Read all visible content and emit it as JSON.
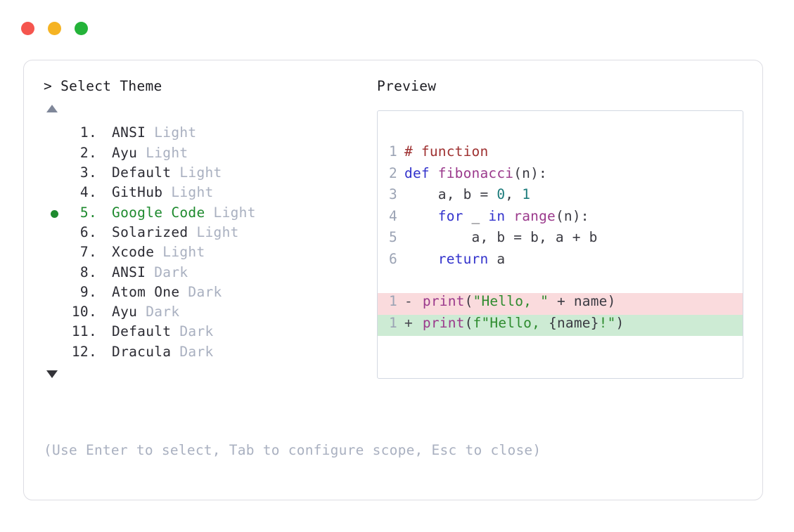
{
  "window": {
    "traffic_lights": [
      {
        "name": "close",
        "color": "#f5554e"
      },
      {
        "name": "minimize",
        "color": "#f5b323"
      },
      {
        "name": "maximize",
        "color": "#24b339"
      }
    ]
  },
  "left_panel": {
    "prompt": "> Select Theme",
    "scroll_up_icon": "triangle-up-icon",
    "scroll_down_icon": "triangle-down-icon",
    "selected_index": 5,
    "bullet_color": "#1e8a2e",
    "themes": [
      {
        "index": "1.",
        "name": "ANSI",
        "variant": "Light",
        "selected": false
      },
      {
        "index": "2.",
        "name": "Ayu",
        "variant": "Light",
        "selected": false
      },
      {
        "index": "3.",
        "name": "Default",
        "variant": "Light",
        "selected": false
      },
      {
        "index": "4.",
        "name": "GitHub",
        "variant": "Light",
        "selected": false
      },
      {
        "index": "5.",
        "name": "Google Code",
        "variant": "Light",
        "selected": true
      },
      {
        "index": "6.",
        "name": "Solarized",
        "variant": "Light",
        "selected": false
      },
      {
        "index": "7.",
        "name": "Xcode",
        "variant": "Light",
        "selected": false
      },
      {
        "index": "8.",
        "name": "ANSI",
        "variant": "Dark",
        "selected": false
      },
      {
        "index": "9.",
        "name": "Atom One",
        "variant": "Dark",
        "selected": false
      },
      {
        "index": "10.",
        "name": "Ayu",
        "variant": "Dark",
        "selected": false
      },
      {
        "index": "11.",
        "name": "Default",
        "variant": "Dark",
        "selected": false
      },
      {
        "index": "12.",
        "name": "Dracula",
        "variant": "Dark",
        "selected": false
      }
    ],
    "hint": "(Use Enter to select, Tab to configure scope, Esc to close)"
  },
  "right_panel": {
    "label": "Preview",
    "code_lines": [
      {
        "ln": "1",
        "tokens": [
          {
            "t": "# function",
            "c": "comment"
          }
        ]
      },
      {
        "ln": "2",
        "tokens": [
          {
            "t": "def ",
            "c": "kw"
          },
          {
            "t": "fibonacci",
            "c": "fn"
          },
          {
            "t": "(n):",
            "c": "punct"
          }
        ]
      },
      {
        "ln": "3",
        "tokens": [
          {
            "t": "    a, b = ",
            "c": "plain"
          },
          {
            "t": "0",
            "c": "num"
          },
          {
            "t": ", ",
            "c": "plain"
          },
          {
            "t": "1",
            "c": "num"
          }
        ]
      },
      {
        "ln": "4",
        "tokens": [
          {
            "t": "    ",
            "c": "plain"
          },
          {
            "t": "for",
            "c": "kw"
          },
          {
            "t": " _ ",
            "c": "plain"
          },
          {
            "t": "in",
            "c": "kw"
          },
          {
            "t": " ",
            "c": "plain"
          },
          {
            "t": "range",
            "c": "fn"
          },
          {
            "t": "(n):",
            "c": "punct"
          }
        ]
      },
      {
        "ln": "5",
        "tokens": [
          {
            "t": "        a, b = b, a + b",
            "c": "plain"
          }
        ]
      },
      {
        "ln": "6",
        "tokens": [
          {
            "t": "    ",
            "c": "plain"
          },
          {
            "t": "return",
            "c": "kw"
          },
          {
            "t": " a",
            "c": "plain"
          }
        ]
      }
    ],
    "diff_lines": [
      {
        "ln": "1",
        "sign": "-",
        "kind": "del",
        "bg": "#fadbdd",
        "tokens": [
          {
            "t": "print",
            "c": "fn"
          },
          {
            "t": "(",
            "c": "punct"
          },
          {
            "t": "\"Hello, \"",
            "c": "str"
          },
          {
            "t": " + name)",
            "c": "plain"
          }
        ]
      },
      {
        "ln": "1",
        "sign": "+",
        "kind": "add",
        "bg": "#cdebd4",
        "tokens": [
          {
            "t": "print",
            "c": "fn"
          },
          {
            "t": "(",
            "c": "punct"
          },
          {
            "t": "f\"Hello, ",
            "c": "str"
          },
          {
            "t": "{name}",
            "c": "plain"
          },
          {
            "t": "!\"",
            "c": "str"
          },
          {
            "t": ")",
            "c": "punct"
          }
        ]
      }
    ]
  }
}
